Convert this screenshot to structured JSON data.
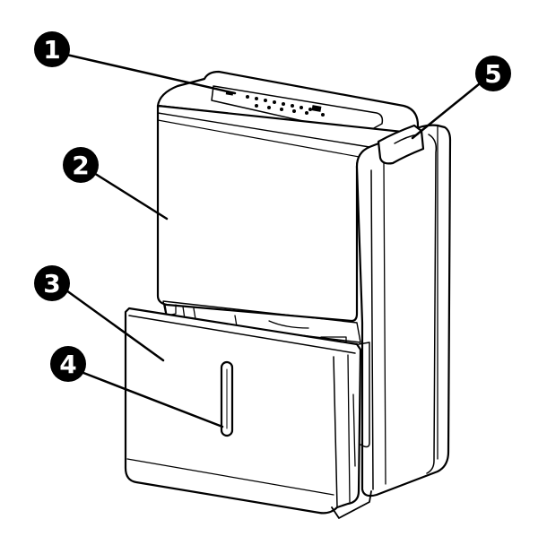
{
  "figure": {
    "subject": "dehumidifier",
    "callouts": [
      {
        "id": 1,
        "label": "1"
      },
      {
        "id": 2,
        "label": "2"
      },
      {
        "id": 3,
        "label": "3"
      },
      {
        "id": 4,
        "label": "4"
      },
      {
        "id": 5,
        "label": "5"
      }
    ],
    "colors": {
      "line": "#000000",
      "fill": "#ffffff",
      "badge_fill": "#000000",
      "badge_text": "#ffffff"
    }
  }
}
